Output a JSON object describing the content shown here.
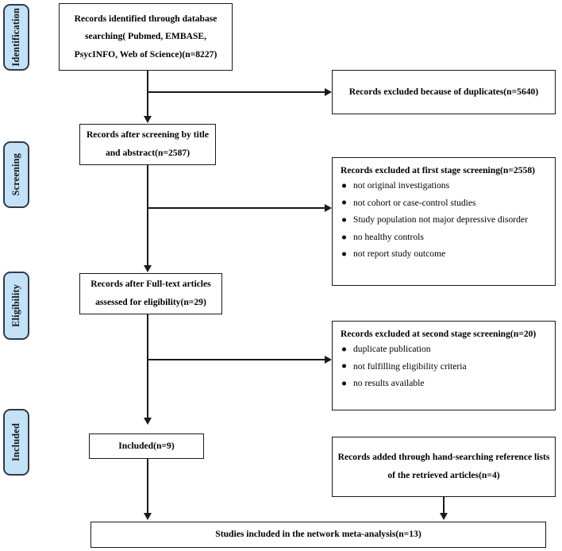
{
  "diagram": {
    "title": "PRISMA study selection flow diagram",
    "colors": {
      "stage_fill": "#c3e1f7",
      "stage_border": "#2f3b4a",
      "box_border": "#1a1a1a",
      "connector": "#1a1a1a",
      "background": "#ffffff"
    }
  },
  "stages": [
    {
      "label": "Identification"
    },
    {
      "label": "Screening"
    },
    {
      "label": "Eligibility"
    },
    {
      "label": "Included"
    }
  ],
  "boxes": {
    "identified": {
      "lines": [
        "Records identified through database",
        "searching( Pubmed, EMBASE,",
        "PsycINFO, Web of Science)(n=8227)"
      ]
    },
    "duplicates_excluded": {
      "lines": [
        "Records excluded because of duplicates(n=5640)"
      ]
    },
    "after_title_abstract": {
      "lines": [
        "Records after screening by title",
        "and abstract(n=2587)"
      ]
    },
    "first_stage_excluded": {
      "heading": "Records excluded at first stage screening(n=2558)",
      "items": [
        "not original investigations",
        "not cohort or case-control studies",
        "Study population not major depressive disorder",
        "no healthy controls",
        "not report study outcome"
      ]
    },
    "fulltext_assessed": {
      "lines": [
        "Records after Full-text articles",
        "assessed for eligibility(n=29)"
      ]
    },
    "second_stage_excluded": {
      "heading": "Records excluded at second stage screening(n=20)",
      "items": [
        "duplicate publication",
        "not fulfilling eligibility criteria",
        "no results available"
      ]
    },
    "included": {
      "lines": [
        "Included(n=9)"
      ]
    },
    "hand_searching": {
      "lines": [
        "Records added through hand-searching reference lists",
        "of the retrieved articles(n=4)"
      ]
    },
    "final": {
      "lines": [
        "Studies included in the network meta-analysis(n=13)"
      ]
    }
  }
}
